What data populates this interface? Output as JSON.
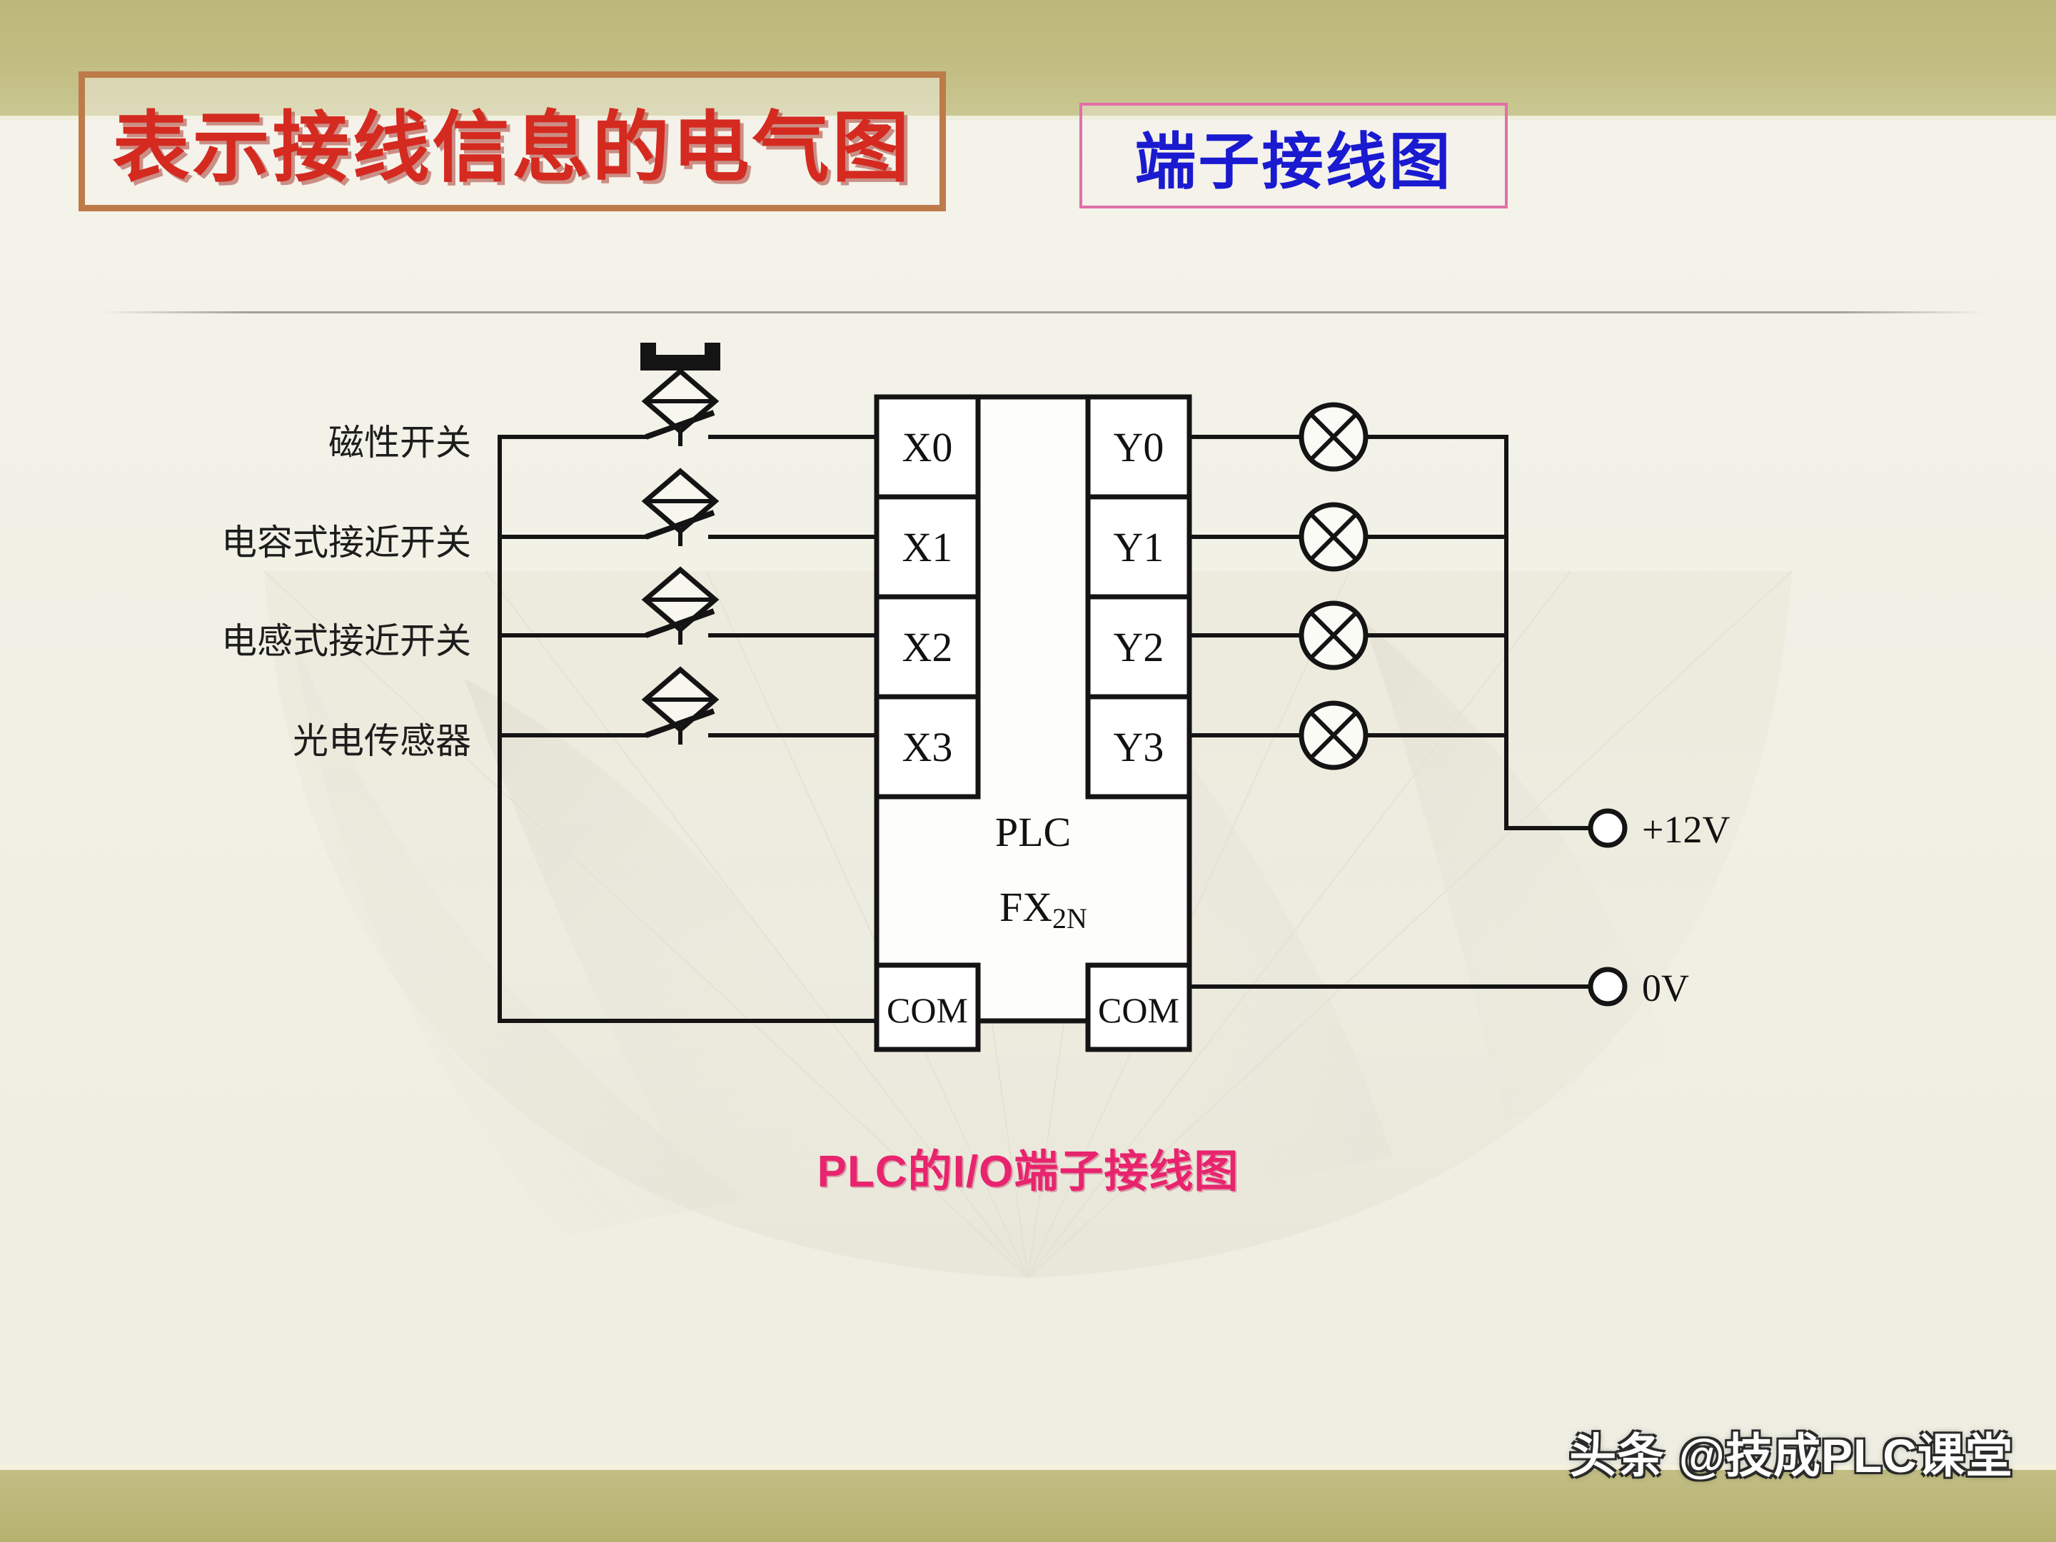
{
  "slide": {
    "title_main": "表示接线信息的电气图",
    "title_sub": "端子接线图",
    "caption": "PLC的I/O端子接线图",
    "watermark": "头条 @技成PLC课堂",
    "colors": {
      "background": "#f2f1e7",
      "bar": "#bcb87a",
      "title_main_text": "#d42a20",
      "title_main_border": "#bd7b49",
      "title_sub_text": "#1a1ad0",
      "title_sub_border": "#e070a8",
      "caption_text": "#e8246e",
      "wire": "#141414"
    }
  },
  "diagram": {
    "device": {
      "name": "PLC",
      "model": "FX",
      "model_subscript": "2N"
    },
    "input_labels": [
      "磁性开关",
      "电容式接近开关",
      "电感式接近开关",
      "光电传感器"
    ],
    "input_terminals": [
      "X0",
      "X1",
      "X2",
      "X3"
    ],
    "output_terminals": [
      "Y0",
      "Y1",
      "Y2",
      "Y3"
    ],
    "common_left": "COM",
    "common_right": "COM",
    "supply_positive": "+12V",
    "supply_ground": "0V",
    "output_devices": [
      "lamp",
      "lamp",
      "lamp",
      "lamp"
    ],
    "switch_symbols": [
      "magnetic-proximity-switch",
      "capacitive-proximity-switch",
      "inductive-proximity-switch",
      "photoelectric-sensor"
    ]
  }
}
